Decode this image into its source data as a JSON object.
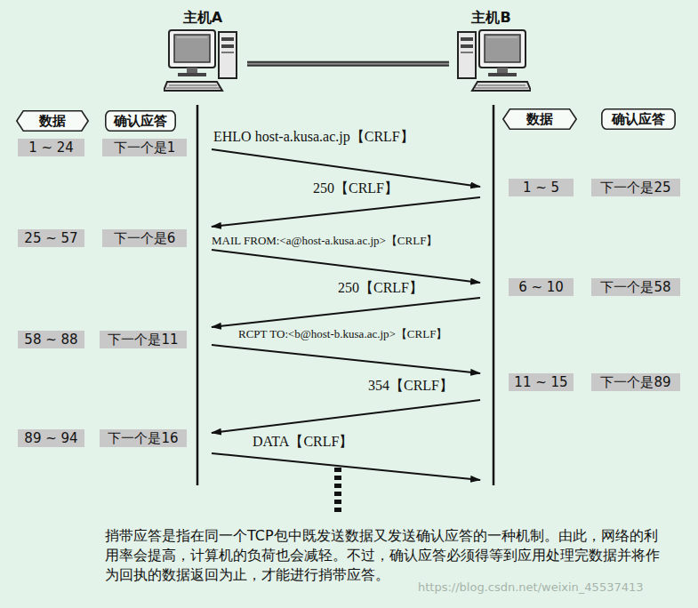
{
  "diagram": {
    "caption": "捎带应答是指在同一个TCP包中既发送数据又发送确认应答的一种机制。由此，网络的利用率会提高，计算机的负荷也会减轻。不过，确认应答必须得等到应用处理完数据并将作为回执的数据返回为止，才能进行捎带应答。",
    "nodes": [
      {
        "text": [
          "主机A"
        ]
      },
      {
        "text": [
          "主机B"
        ]
      },
      {
        "text": [
          "数据"
        ]
      },
      {
        "text": [
          "确认应答"
        ]
      },
      {
        "text": [
          "数据"
        ]
      },
      {
        "text": [
          "确认应答"
        ]
      },
      {
        "text": [
          "1 ~ 24"
        ]
      },
      {
        "text": [
          "下一个是1"
        ]
      },
      {
        "text": [
          "1 ~ 5"
        ]
      },
      {
        "text": [
          "下一个是25"
        ]
      },
      {
        "text": [
          "25 ~ 57"
        ]
      },
      {
        "text": [
          "下一个是6"
        ]
      },
      {
        "text": [
          "6 ~ 10"
        ]
      },
      {
        "text": [
          "下一个是58"
        ]
      },
      {
        "text": [
          "58 ~ 88"
        ]
      },
      {
        "text": [
          "下一个是11"
        ]
      },
      {
        "text": [
          "11 ~ 15"
        ]
      },
      {
        "text": [
          "下一个是89"
        ]
      },
      {
        "text": [
          "89 ~ 94"
        ]
      },
      {
        "text": [
          "下一个是16"
        ]
      }
    ],
    "edges": [
      {
        "from": 0,
        "to": 1,
        "arrow": "none"
      }
    ],
    "labels": [
      "EHLO host-a.kusa.ac.jp【CRLF】",
      "250【CRLF】",
      "MAIL FROM:<a@host-a.kusa.ac.jp>【CRLF】",
      "250【CRLF】",
      "RCPT TO:<b@host-b.kusa.ac.jp>【CRLF】",
      "354【CRLF】",
      "DATA【CRLF】",
      "https://blog.csdn.net/weixin_45537413"
    ]
  }
}
